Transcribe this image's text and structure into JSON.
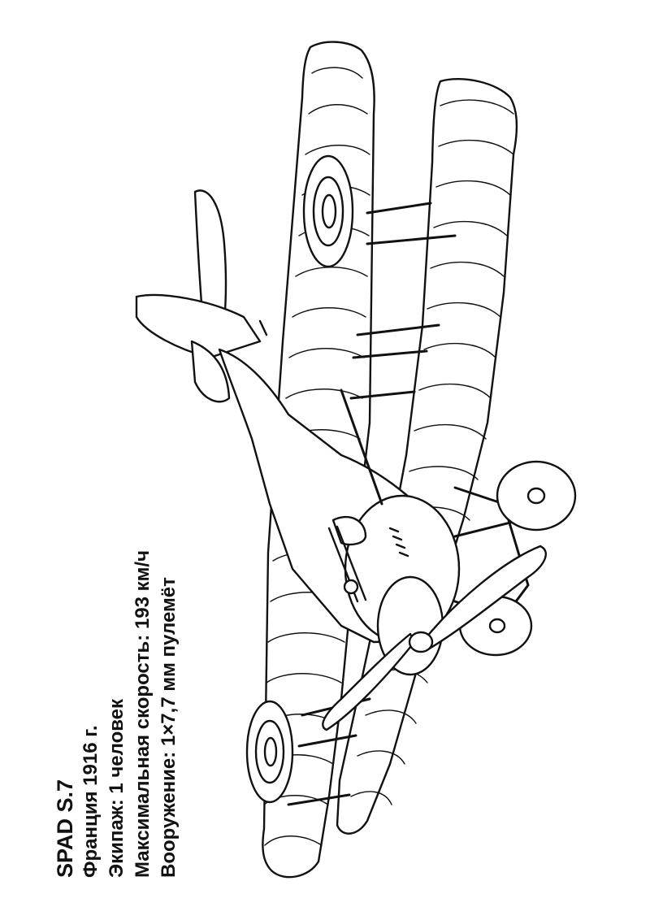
{
  "caption": {
    "title": "SPAD S.7",
    "line1": "Франция 1916 г.",
    "line2": "Экипаж: 1 человек",
    "line3": "Максимальная скорость: 193 км/ч",
    "line4": "Вооружение: 1×7,7 мм пулемёт"
  },
  "illustration": {
    "subject": "biplane-line-drawing",
    "stroke_color": "#111111",
    "fill_color": "#ffffff"
  }
}
